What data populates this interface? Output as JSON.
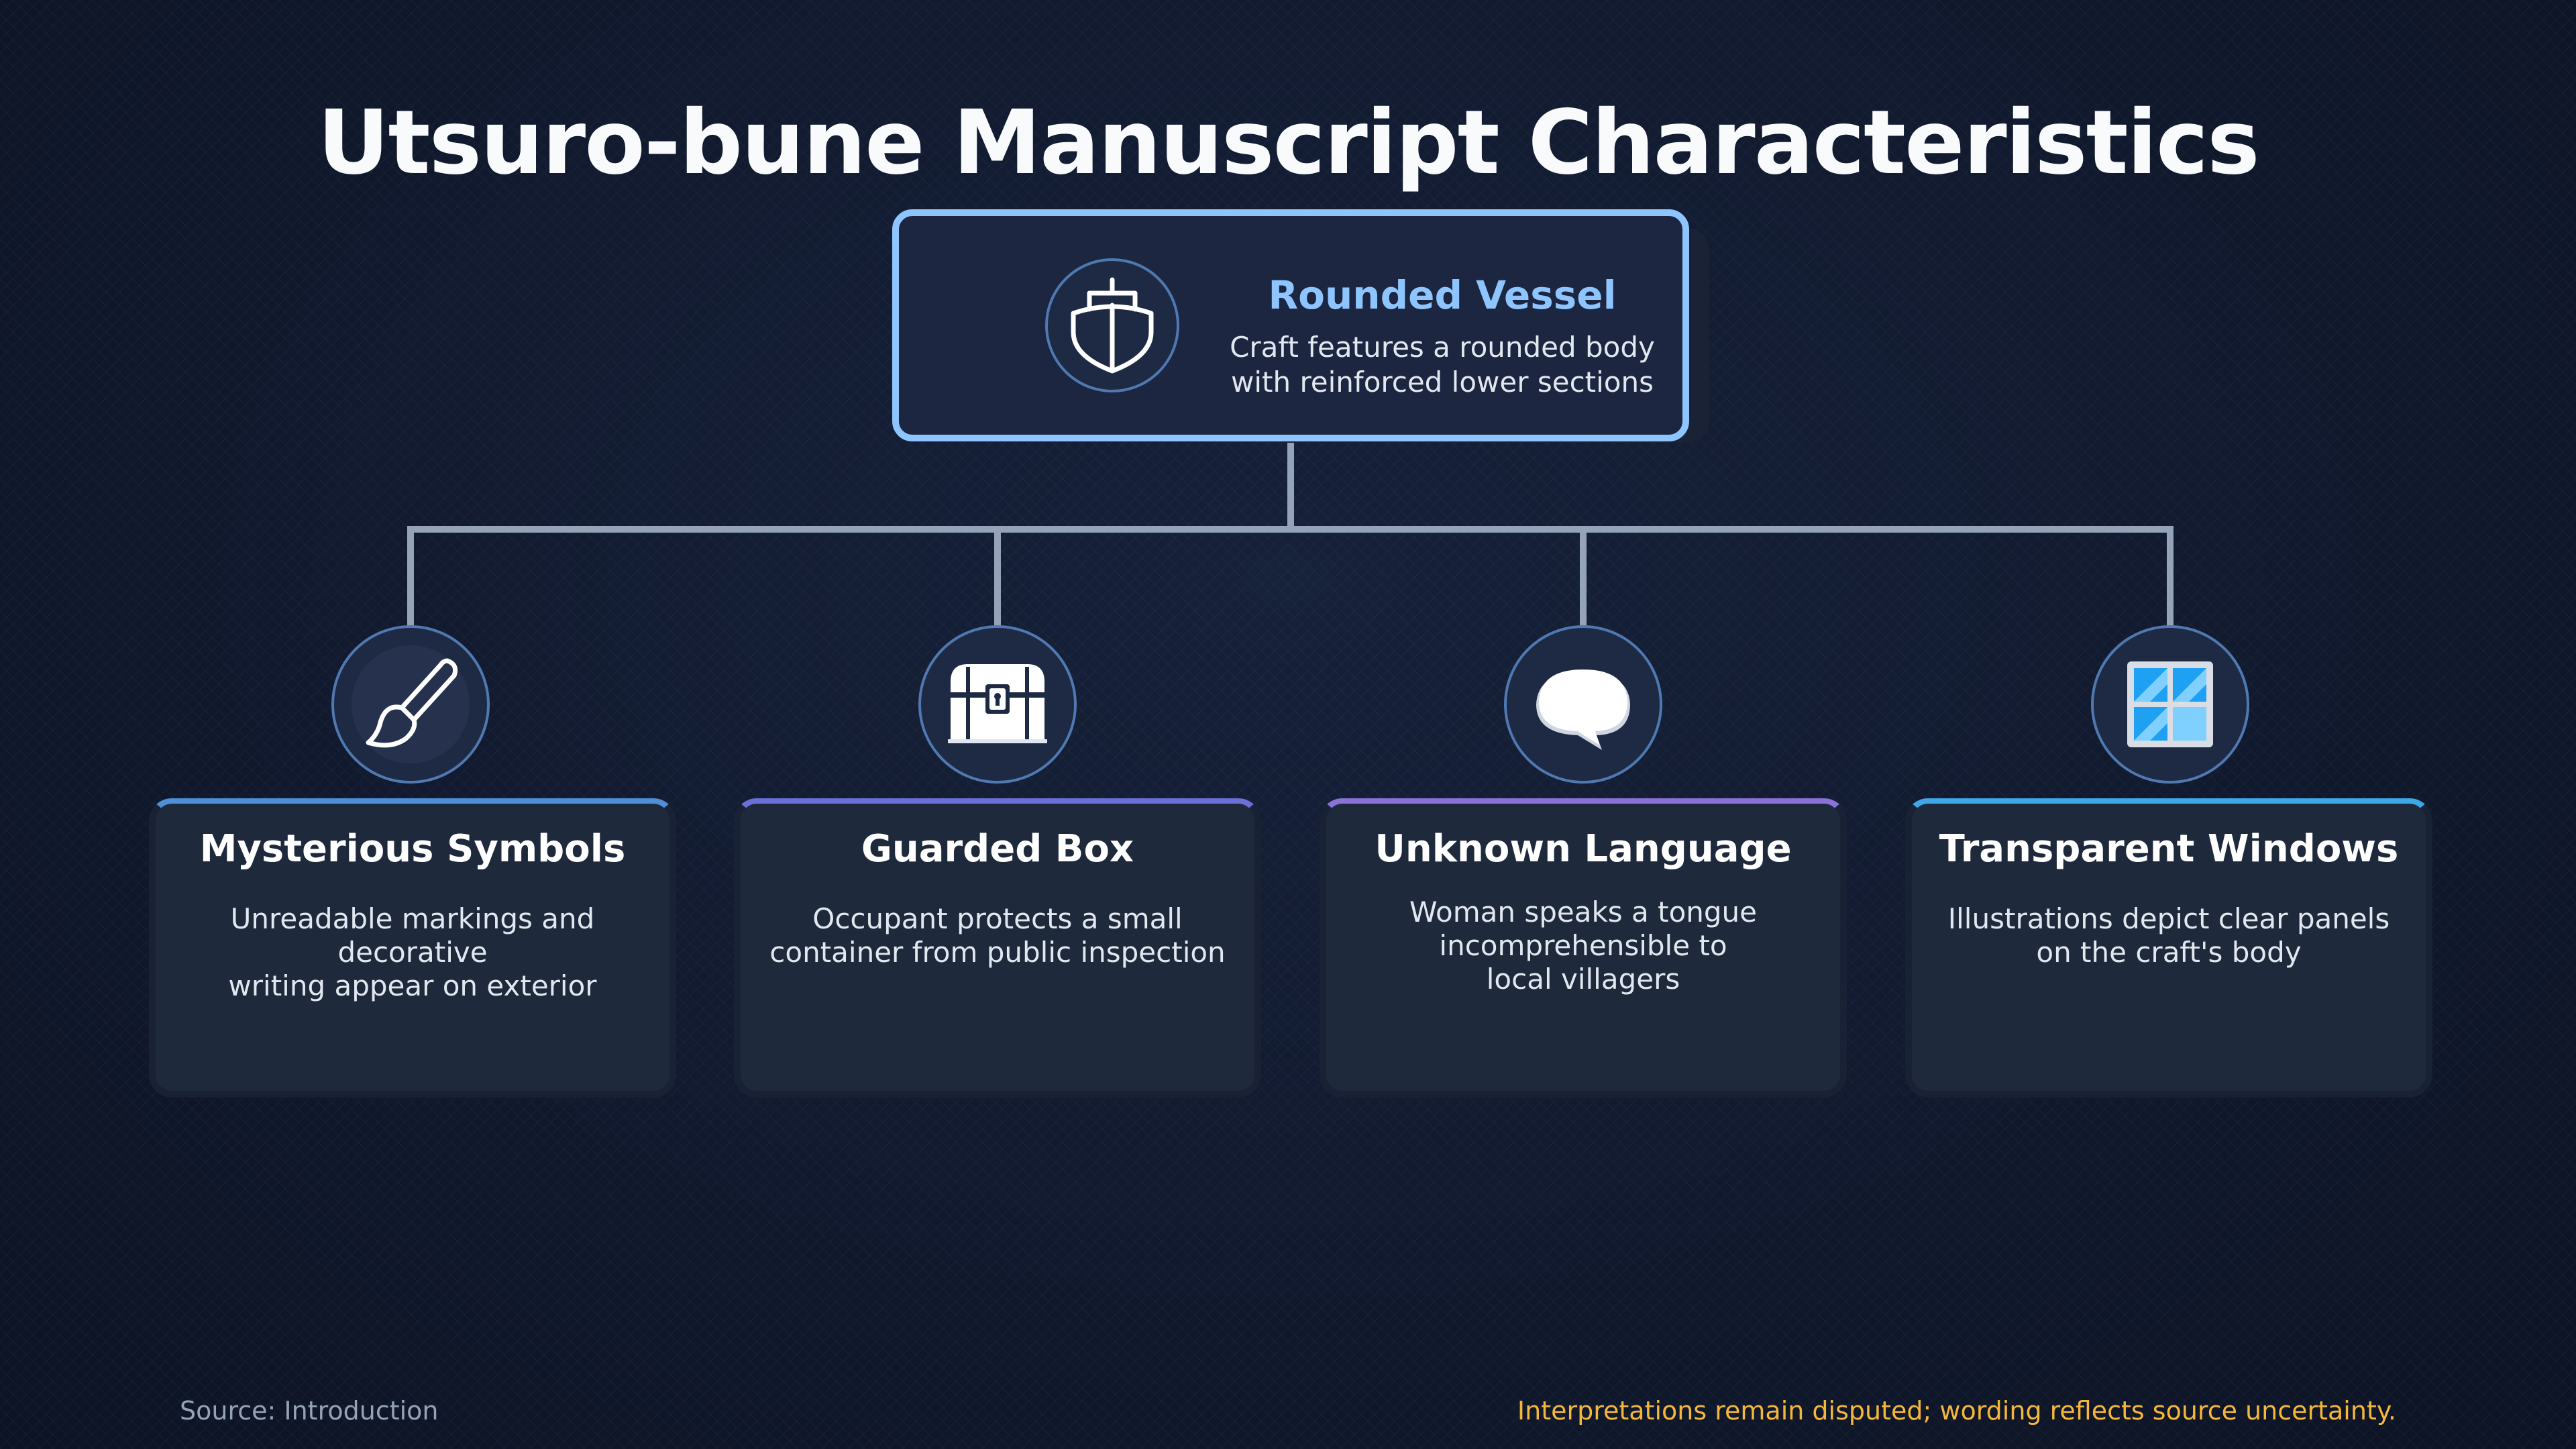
{
  "title": "Utsuro-bune Manuscript Characteristics",
  "colors": {
    "background": "#0f172a",
    "root_border": "#8ec5ff",
    "root_title": "#8ec5ff",
    "card_bg": "#1e293b",
    "connector": "#94a3b8",
    "footnote": "#f5b73a"
  },
  "root": {
    "title": "Rounded Vessel",
    "description_lines": [
      "Craft features a rounded body",
      "with reinforced lower sections"
    ],
    "icon": "boat-icon"
  },
  "children": [
    {
      "title": "Mysterious Symbols",
      "description_lines": [
        "Unreadable markings and decorative",
        "writing appear on exterior"
      ],
      "icon": "paintbrush-icon",
      "accent": "#4f8fd8"
    },
    {
      "title": "Guarded Box",
      "description_lines": [
        "Occupant protects a small",
        "container from public inspection"
      ],
      "icon": "treasure-chest-icon",
      "accent": "#6b6fd8"
    },
    {
      "title": "Unknown Language",
      "description_lines": [
        "Woman speaks a tongue",
        "incomprehensible to",
        "local villagers"
      ],
      "icon": "speech-bubble-icon",
      "accent": "#8b72d8"
    },
    {
      "title": "Transparent Windows",
      "description_lines": [
        "Illustrations depict clear panels",
        "on the craft's body"
      ],
      "icon": "window-icon",
      "accent": "#3fa7e8"
    }
  ],
  "footer": {
    "source": "Source: Introduction",
    "note": "Interpretations remain disputed; wording reflects source uncertainty."
  }
}
